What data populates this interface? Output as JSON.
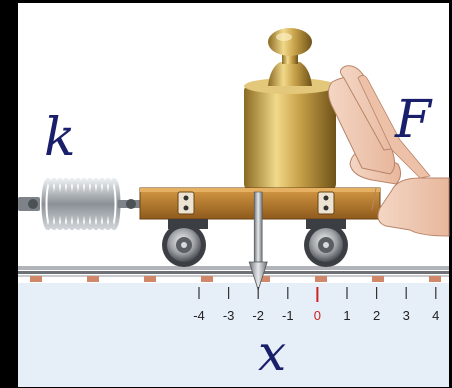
{
  "labels": {
    "spring_constant": "k",
    "force": "F",
    "displacement": "x"
  },
  "axis": {
    "ticks": [
      "-4",
      "-3",
      "-2",
      "-1",
      "0",
      "1",
      "2",
      "3",
      "4"
    ],
    "zero_index": 4,
    "marker_value": -2
  },
  "colors": {
    "label": "#1a1f6b",
    "zero_tick": "#cc2222",
    "floor": "#e6eef8",
    "cart": "#b57a2c",
    "weight": "#c9a24a"
  },
  "icons": {
    "spring": "coil-spring-icon",
    "hand": "pushing-hand-icon",
    "weight": "mass-weight-icon",
    "pointer": "down-arrow-pointer-icon"
  }
}
